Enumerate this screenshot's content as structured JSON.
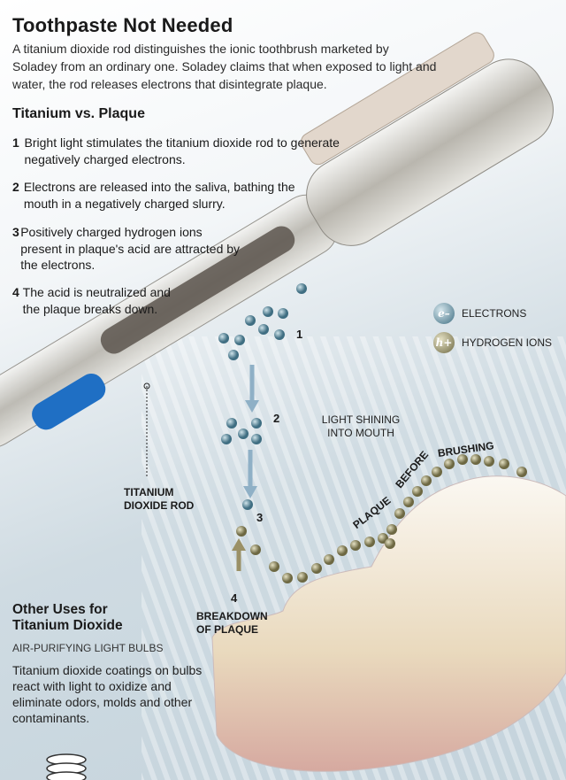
{
  "title": "Toothpaste Not Needed",
  "intro": "A titanium dioxide rod distinguishes the ionic toothbrush marketed by Soladey from an ordinary one. Soladey claims that when exposed to light and water, the rod releases electrons that disintegrate plaque.",
  "section_title": "Titanium vs. Plaque",
  "steps": [
    {
      "num": "1",
      "text": "Bright light stimulates the titanium dioxide rod to generate negatively charged electrons."
    },
    {
      "num": "2",
      "text": "Electrons are released into the saliva, bathing the mouth in a negatively charged slurry."
    },
    {
      "num": "3",
      "text": "Positively charged hydrogen ions present in plaque's acid are attracted by the electrons."
    },
    {
      "num": "4",
      "text": "The acid is neutralized and the plaque breaks down."
    }
  ],
  "legend": {
    "electrons": {
      "symbol": "e–",
      "label": "ELECTRONS",
      "color": "#5a8a9e"
    },
    "hydrogen": {
      "symbol": "h+",
      "label": "HYDROGEN IONS",
      "color": "#8a8560"
    }
  },
  "labels": {
    "rod": "TITANIUM DIOXIDE ROD",
    "light": "LIGHT SHINING INTO MOUTH",
    "plaque_before": [
      "PLAQUE",
      "BEFORE",
      "BRUSHING"
    ],
    "breakdown": "BREAKDOWN OF PLAQUE",
    "markers": [
      "1",
      "2",
      "3",
      "4"
    ]
  },
  "other_uses": {
    "title": "Other Uses for Titanium Dioxide",
    "item_title": "AIR-PURIFYING LIGHT BULBS",
    "item_text": "Titanium dioxide coatings on bulbs react with light to oxidize and eliminate odors, molds and other contaminants."
  }
}
